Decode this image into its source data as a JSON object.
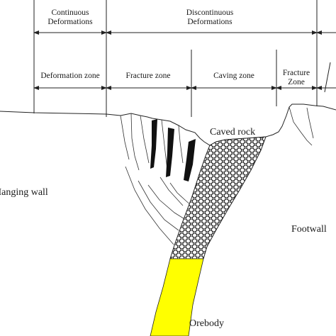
{
  "header": {
    "continuous_line1": "Continuous",
    "continuous_line2": "Deformations",
    "discontinuous_line1": "Discontinuous",
    "discontinuous_line2": "Deformations"
  },
  "zones": {
    "deformation": "Deformation zone",
    "fracture_left": "Fracture zone",
    "caving": "Caving zone",
    "fracture_right_line1": "Fracture",
    "fracture_right_line2": "Zone"
  },
  "labels": {
    "caved_rock": "Caved rock",
    "hanging_wall": "Hanging wall",
    "footwall": "Footwall",
    "orebody": "Orebody"
  },
  "colors": {
    "orebody": "#ffff00",
    "line": "#222222",
    "dark_fracture": "#111111"
  }
}
